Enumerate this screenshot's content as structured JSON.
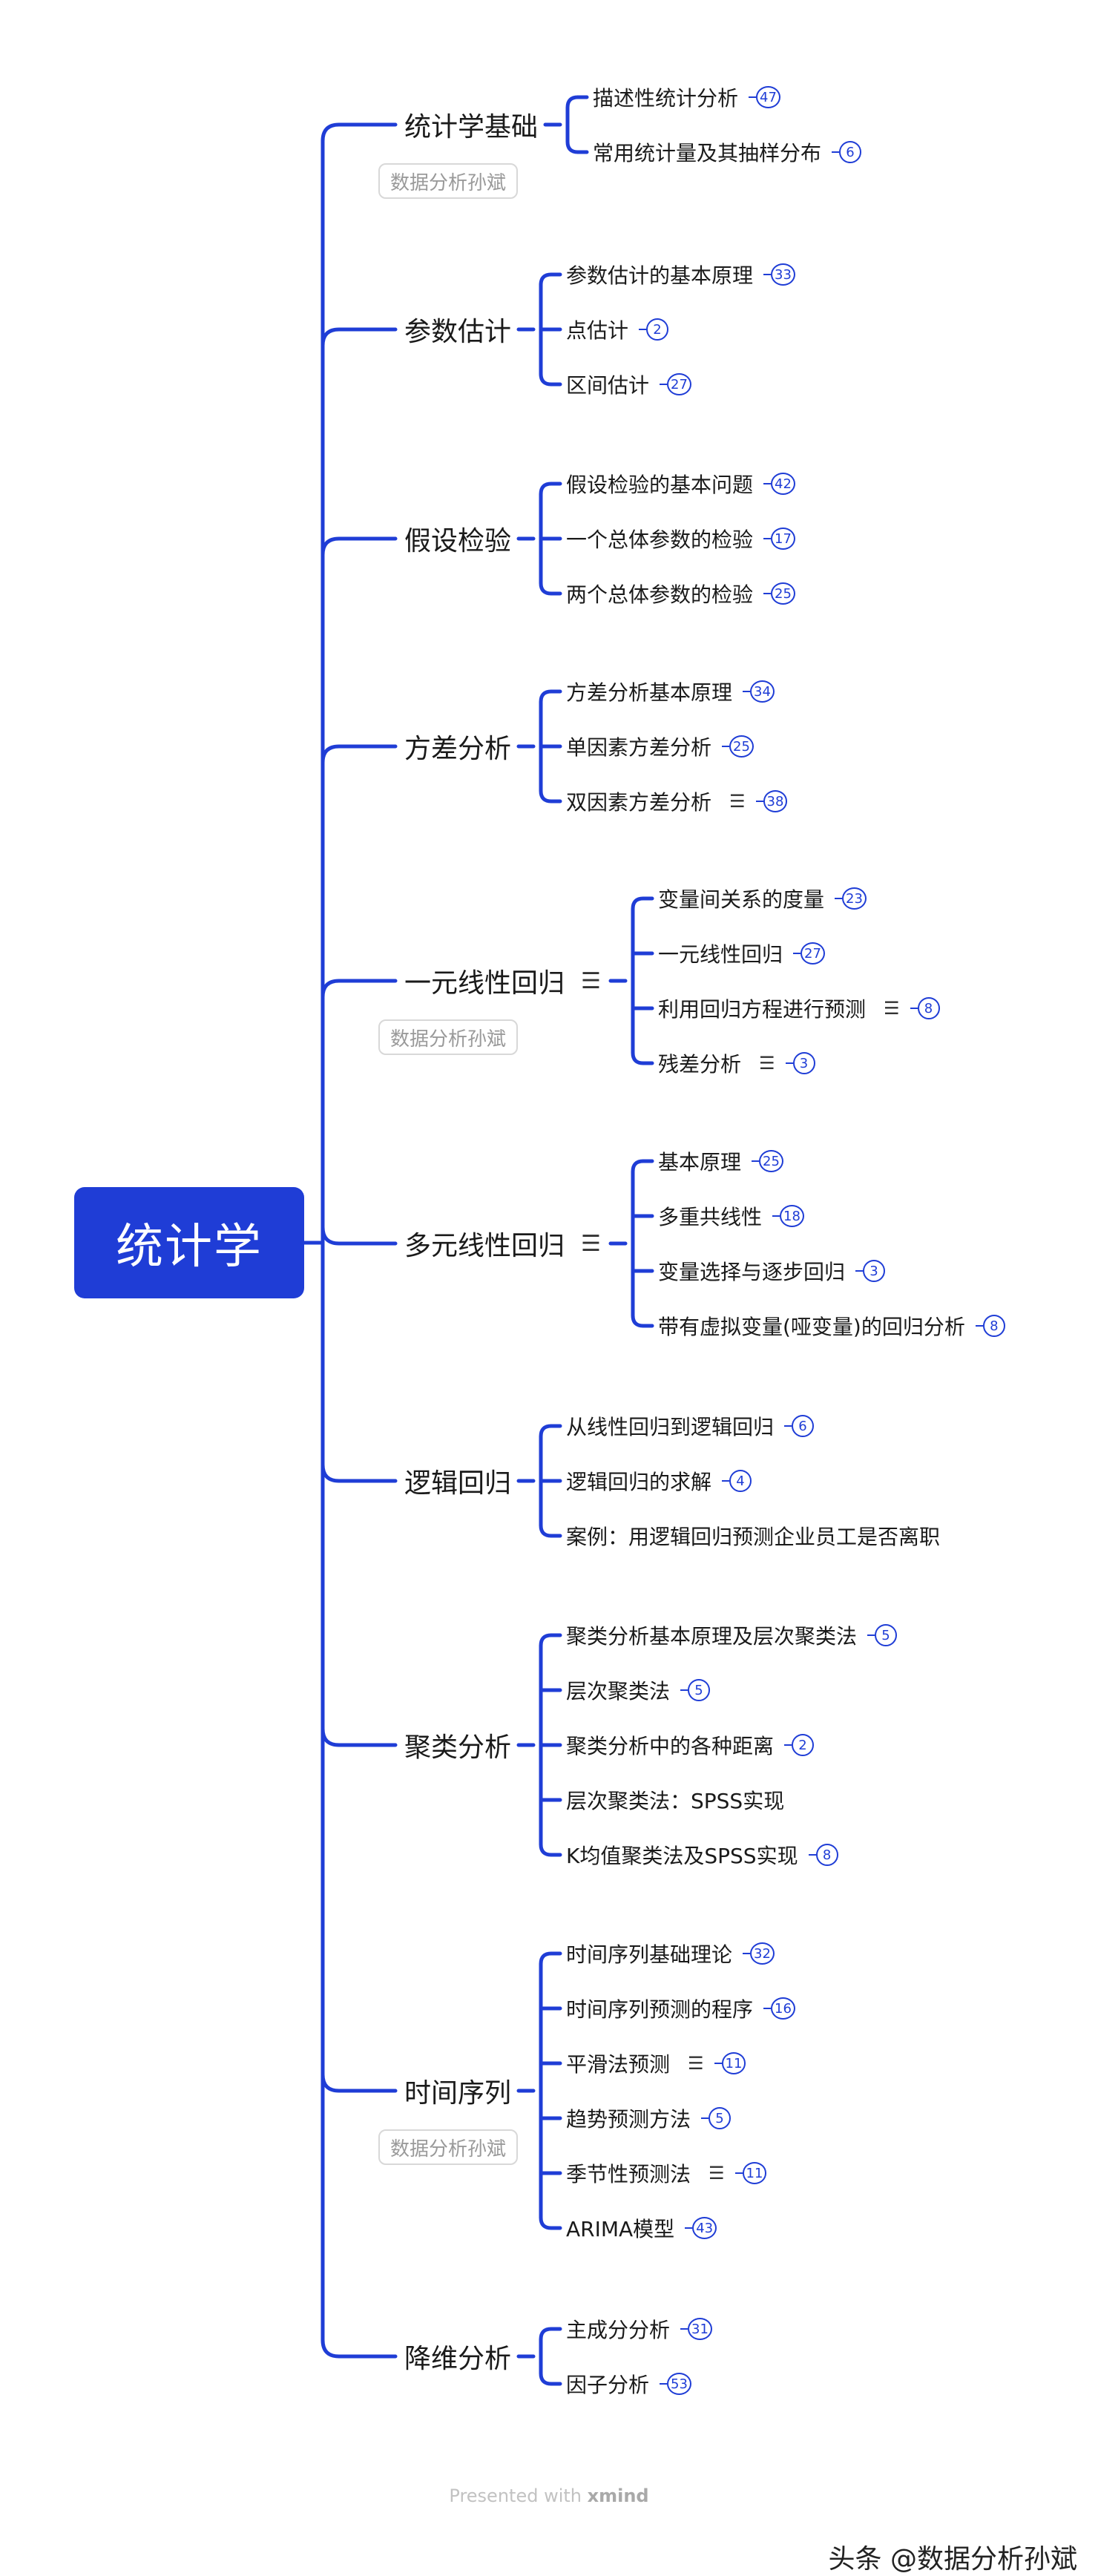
{
  "root": "统计学",
  "colors": {
    "accent": "#1f3dd6",
    "tag_border": "#d8d8d8",
    "tag_text": "#9a9a9a"
  },
  "branches": [
    {
      "label": "统计学基础",
      "tag": "数据分析孙斌",
      "items": [
        {
          "label": "描述性统计分析",
          "count": "47"
        },
        {
          "label": "常用统计量及其抽样分布",
          "count": "6"
        }
      ]
    },
    {
      "label": "参数估计",
      "items": [
        {
          "label": "参数估计的基本原理",
          "count": "33"
        },
        {
          "label": "点估计",
          "count": "2"
        },
        {
          "label": "区间估计",
          "count": "27"
        }
      ]
    },
    {
      "label": "假设检验",
      "items": [
        {
          "label": "假设检验的基本问题",
          "count": "42"
        },
        {
          "label": "一个总体参数的检验",
          "count": "17"
        },
        {
          "label": "两个总体参数的检验",
          "count": "25"
        }
      ]
    },
    {
      "label": "方差分析",
      "items": [
        {
          "label": "方差分析基本原理",
          "count": "34"
        },
        {
          "label": "单因素方差分析",
          "count": "25"
        },
        {
          "label": "双因素方差分析",
          "count": "38",
          "note": true
        }
      ]
    },
    {
      "label": "一元线性回归",
      "note": true,
      "tag": "数据分析孙斌",
      "items": [
        {
          "label": "变量间关系的度量",
          "count": "23"
        },
        {
          "label": "一元线性回归",
          "count": "27"
        },
        {
          "label": "利用回归方程进行预测",
          "count": "8",
          "note": true
        },
        {
          "label": "残差分析",
          "count": "3",
          "note": true
        }
      ]
    },
    {
      "label": "多元线性回归",
      "note": true,
      "items": [
        {
          "label": "基本原理",
          "count": "25"
        },
        {
          "label": "多重共线性",
          "count": "18"
        },
        {
          "label": "变量选择与逐步回归",
          "count": "3"
        },
        {
          "label": "带有虚拟变量(哑变量)的回归分析",
          "count": "8"
        }
      ]
    },
    {
      "label": "逻辑回归",
      "items": [
        {
          "label": "从线性回归到逻辑回归",
          "count": "6"
        },
        {
          "label": "逻辑回归的求解",
          "count": "4"
        },
        {
          "label": "案例：用逻辑回归预测企业员工是否离职"
        }
      ]
    },
    {
      "label": "聚类分析",
      "items": [
        {
          "label": "聚类分析基本原理及层次聚类法",
          "count": "5"
        },
        {
          "label": "层次聚类法",
          "count": "5"
        },
        {
          "label": "聚类分析中的各种距离",
          "count": "2"
        },
        {
          "label": "层次聚类法：SPSS实现"
        },
        {
          "label": "K均值聚类法及SPSS实现",
          "count": "8"
        }
      ]
    },
    {
      "label": "时间序列",
      "tag": "数据分析孙斌",
      "items": [
        {
          "label": "时间序列基础理论",
          "count": "32"
        },
        {
          "label": "时间序列预测的程序",
          "count": "16"
        },
        {
          "label": "平滑法预测",
          "count": "11",
          "note": true
        },
        {
          "label": "趋势预测方法",
          "count": "5"
        },
        {
          "label": "季节性预测法",
          "count": "11",
          "note": true
        },
        {
          "label": "ARIMA模型",
          "count": "43"
        }
      ]
    },
    {
      "label": "降维分析",
      "items": [
        {
          "label": "主成分分析",
          "count": "31"
        },
        {
          "label": "因子分析",
          "count": "53"
        }
      ]
    }
  ],
  "footer": {
    "prefix": "Presented with",
    "brand": "xmind"
  },
  "watermark": "头条 @数据分析孙斌"
}
